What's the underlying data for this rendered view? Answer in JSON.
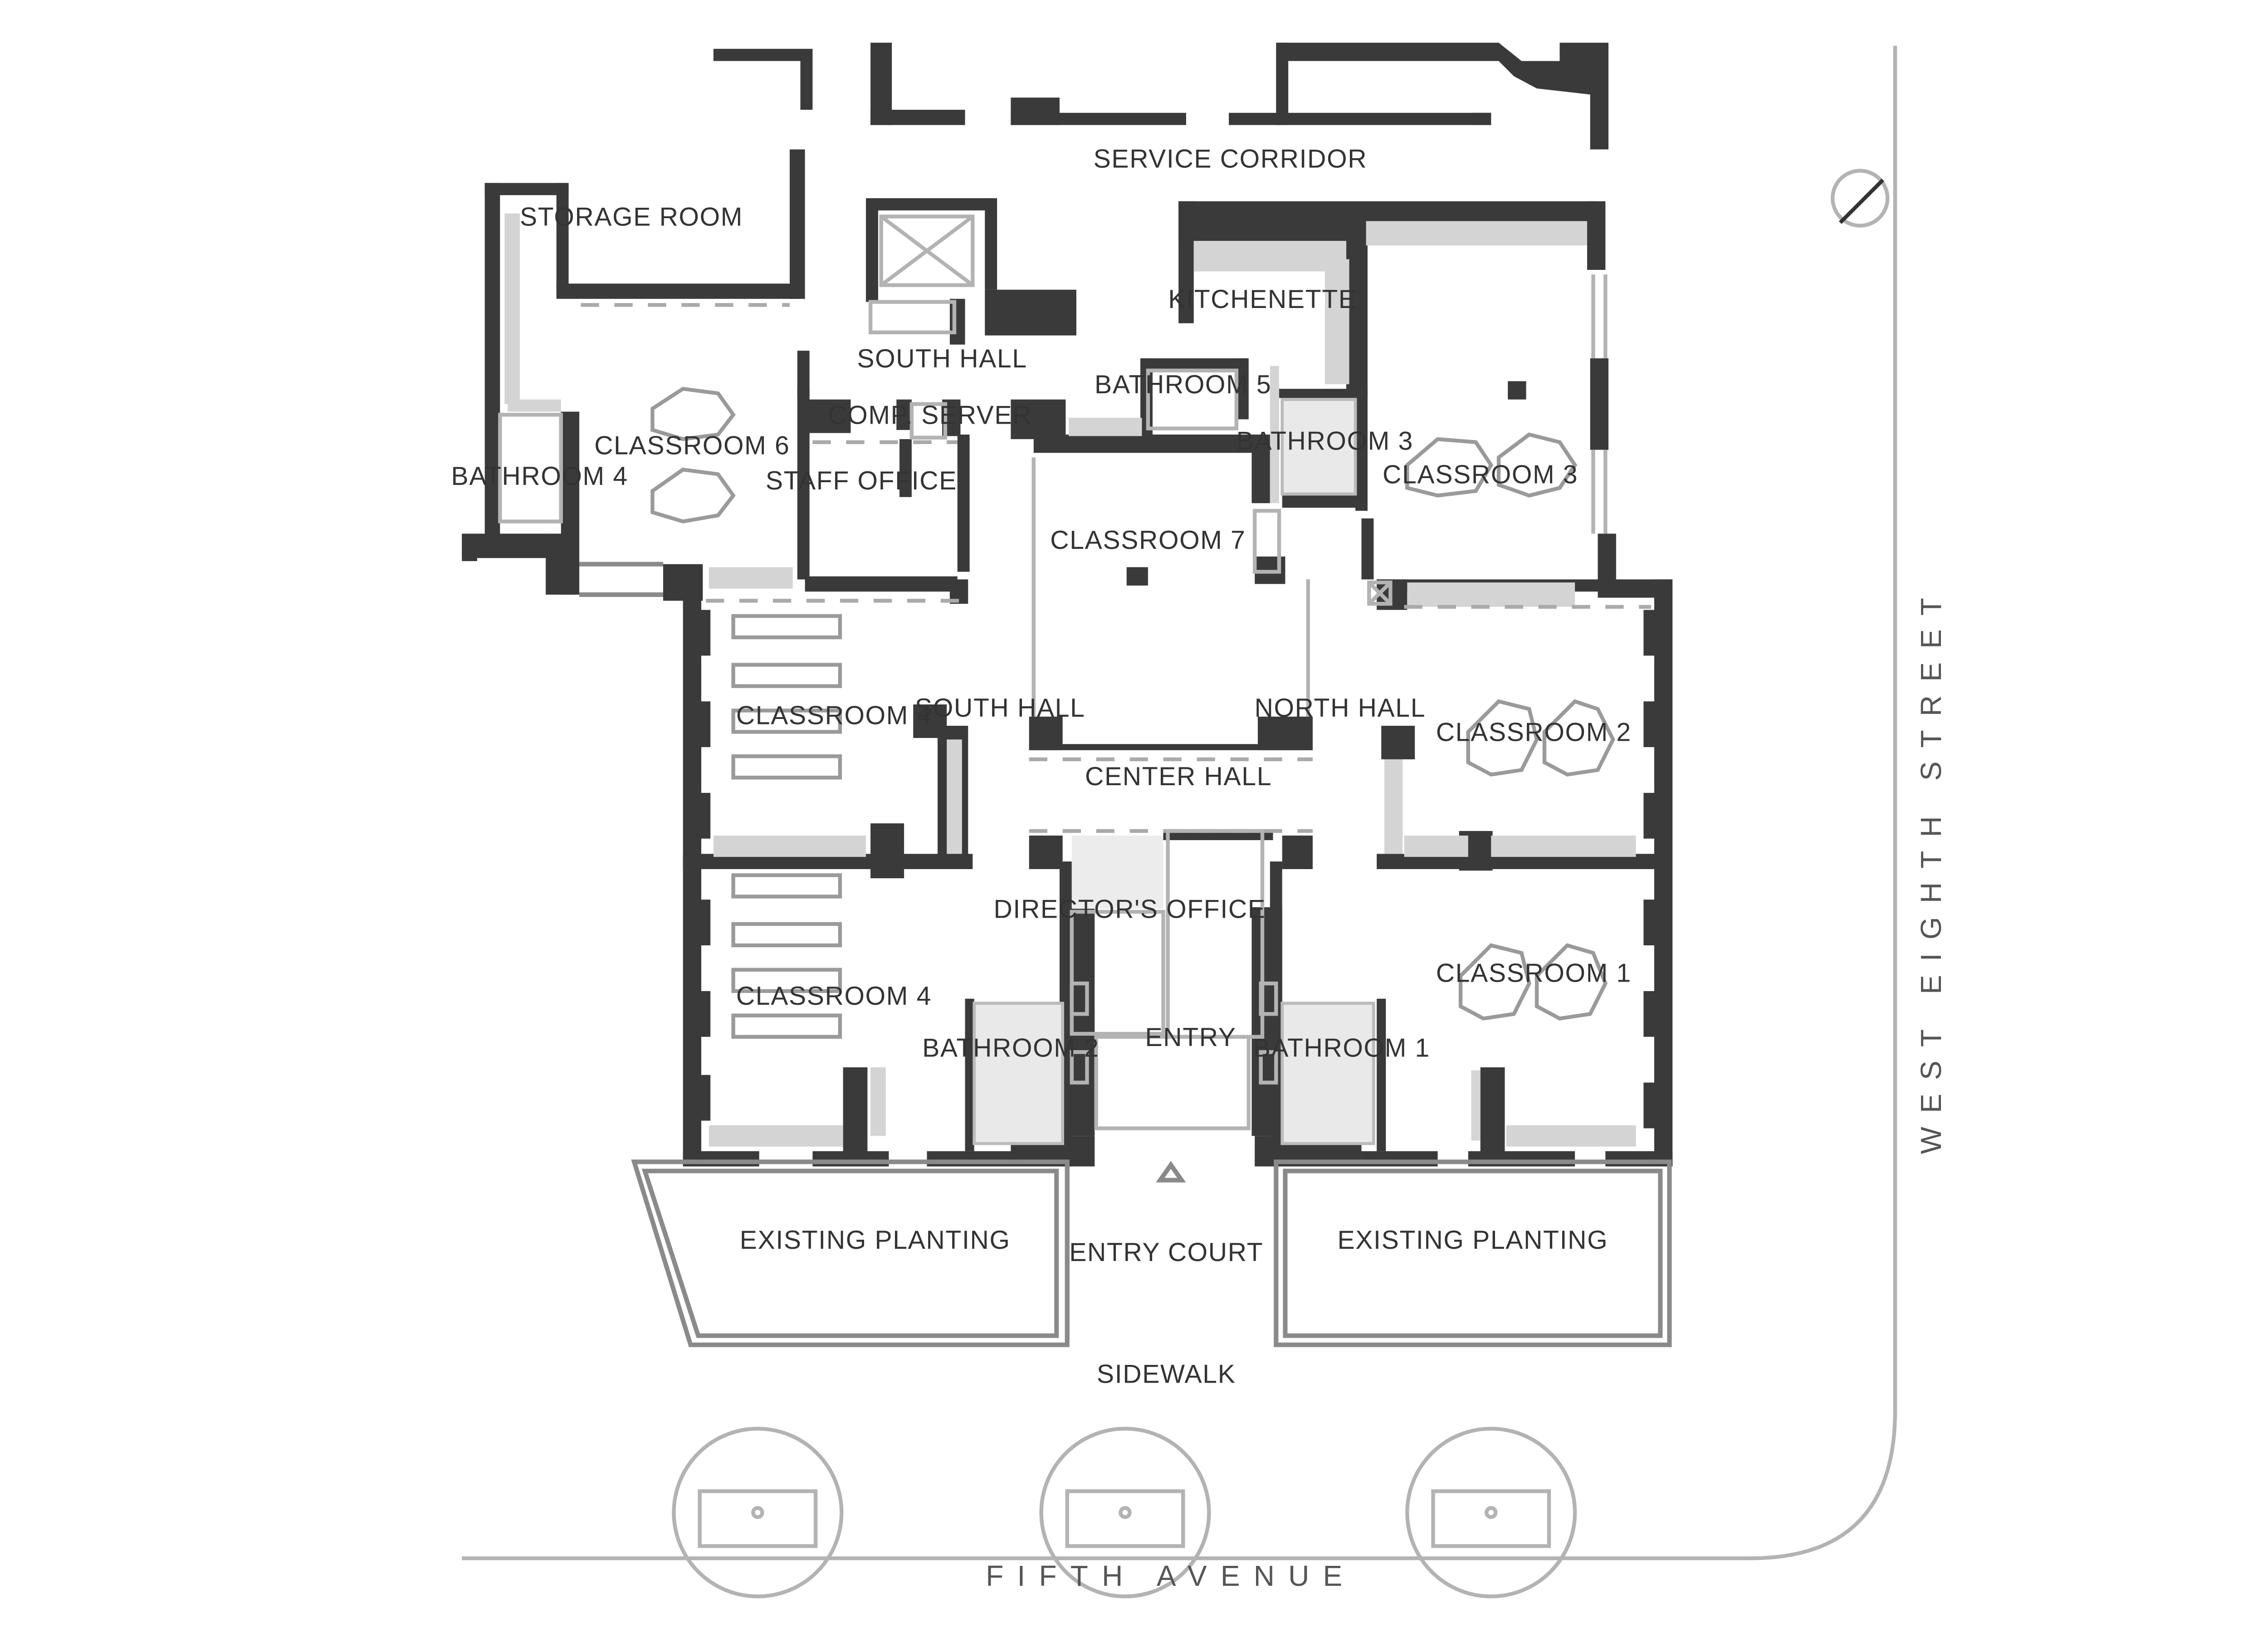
{
  "rooms": {
    "service_corridor": "SERVICE CORRIDOR",
    "storage_room": "STORAGE ROOM",
    "classroom_6": "CLASSROOM 6",
    "bathroom_4": "BATHROOM 4",
    "south_hall_top": "SOUTH HALL",
    "comp_server": "COMP. SERVER",
    "staff_office": "STAFF OFFICE",
    "kitchenette": "KITCHENETTE",
    "bathroom_5": "BATHROOM 5",
    "bathroom_3": "BATHROOM 3",
    "classroom_7": "CLASSROOM 7",
    "classroom_3": "CLASSROOM 3",
    "classroom_4_upper": "CLASSROOM 4",
    "south_hall": "SOUTH HALL",
    "north_hall": "NORTH HALL",
    "center_hall": "CENTER HALL",
    "classroom_2": "CLASSROOM 2",
    "directors_office": "DIRECTOR'S OFFICE",
    "classroom_4_lower": "CLASSROOM 4",
    "classroom_1": "CLASSROOM 1",
    "bathroom_2": "BATHROOM 2",
    "bathroom_1": "BATHROOM 1",
    "entry": "ENTRY",
    "existing_planting_left": "EXISTING PLANTING",
    "entry_court": "ENTRY COURT",
    "existing_planting_right": "EXISTING PLANTING",
    "sidewalk": "SIDEWALK"
  },
  "streets": {
    "fifth_avenue": "FIFTH AVENUE",
    "west_eighth_street": "WEST EIGHTH STREET"
  },
  "colors": {
    "wall": "#3a3a3b",
    "fixture_gray": "#d4d4d4",
    "line": "#8a8a8a"
  },
  "icons": {
    "north_arrow": "north-arrow-icon"
  }
}
